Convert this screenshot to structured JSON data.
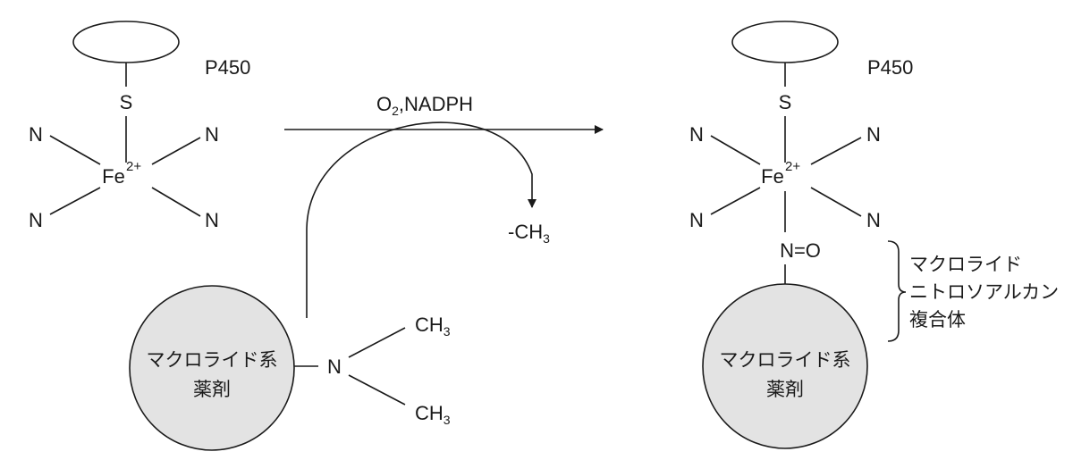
{
  "colors": {
    "ink": "#1a1a1a",
    "circle_fill": "#e3e3e3",
    "background": "#ffffff"
  },
  "left": {
    "enzyme_label": "P450",
    "sulfur": "S",
    "iron": "Fe",
    "iron_charge": "2+",
    "ligand_n": "N",
    "amine_n": "N",
    "methyl_top": {
      "base": "CH",
      "sub": "3"
    },
    "methyl_bottom": {
      "base": "CH",
      "sub": "3"
    },
    "drug": {
      "line1": "マクロライド系",
      "line2": "薬剤"
    }
  },
  "reaction": {
    "reagent_o": "O",
    "reagent_sub": "2",
    "reagent_rest": ",NADPH",
    "leaving_group": {
      "base": "-CH",
      "sub": "3"
    }
  },
  "right": {
    "enzyme_label": "P450",
    "sulfur": "S",
    "iron": "Fe",
    "iron_charge": "2+",
    "ligand_n": "N",
    "nitroso": "N=O",
    "drug": {
      "line1": "マクロライド系",
      "line2": "薬剤"
    },
    "complex_label": {
      "line1": "マクロライド",
      "line2": "ニトロソアルカン",
      "line3": "複合体"
    }
  }
}
